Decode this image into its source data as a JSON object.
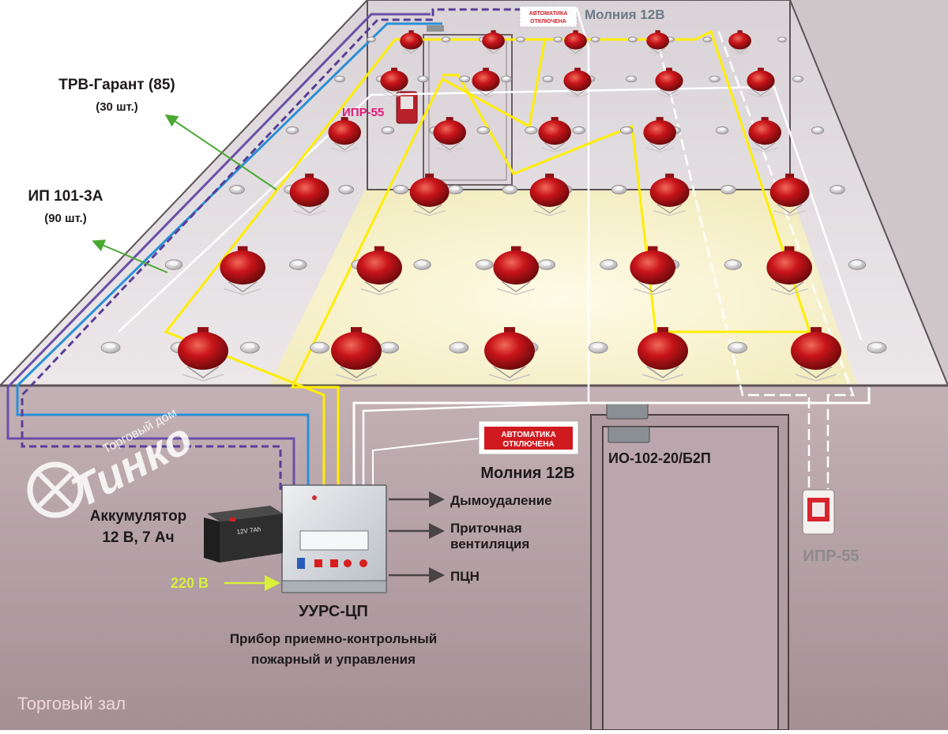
{
  "labels": {
    "trv_name": "ТРВ-Гарант (85)",
    "trv_count": "(30 шт.)",
    "ip_name": "ИП 101-3А",
    "ip_count": "(90 шт.)",
    "molniya_top": "Молния 12В",
    "ipr_top": "ИПР-55",
    "sign_small_line1": "АВТОМАТИКА",
    "sign_small_line2": "ОТКЛЮЧЕНА",
    "battery_name": "Аккумулятор",
    "battery_spec": "12 В, 7 Ач",
    "battery_sticker": "12V 7Ah",
    "sign_line1": "АВТОМАТИКА",
    "sign_line2": "ОТКЛЮЧЕНА",
    "molniya_front": "Молния 12В",
    "door_sensor": "ИО-102-20/Б2П",
    "ipr_front": "ИПР-55",
    "power_in": "220 В",
    "out1": "Дымоудаление",
    "out2_line1": "Приточная",
    "out2_line2": "вентиляция",
    "out3": "ПЦН",
    "device_name": "УУРС-ЦП",
    "device_desc1": "Прибор приемно-контрольный",
    "device_desc2": "пожарный и управления",
    "room_name": "Торговый зал",
    "watermark_brand": "Тинко",
    "watermark_sub": "Торговый дом"
  },
  "colors": {
    "wall_front": "#b4a1a6",
    "wall_back": "#ddd6da",
    "ceiling": "#e7e2e6",
    "floor_glow": "#fbf4cf",
    "loop_yellow": "#ffee00",
    "wire_white": "#ffffff",
    "wire_blue": "#2b8fd6",
    "wire_violet": "#6a4fa8",
    "extinguisher_red": "#c8141a",
    "arrow_green": "#4aa832",
    "power_label": "#d8f03a",
    "room_label": "#f2d7de",
    "sign_red": "#d11920"
  }
}
